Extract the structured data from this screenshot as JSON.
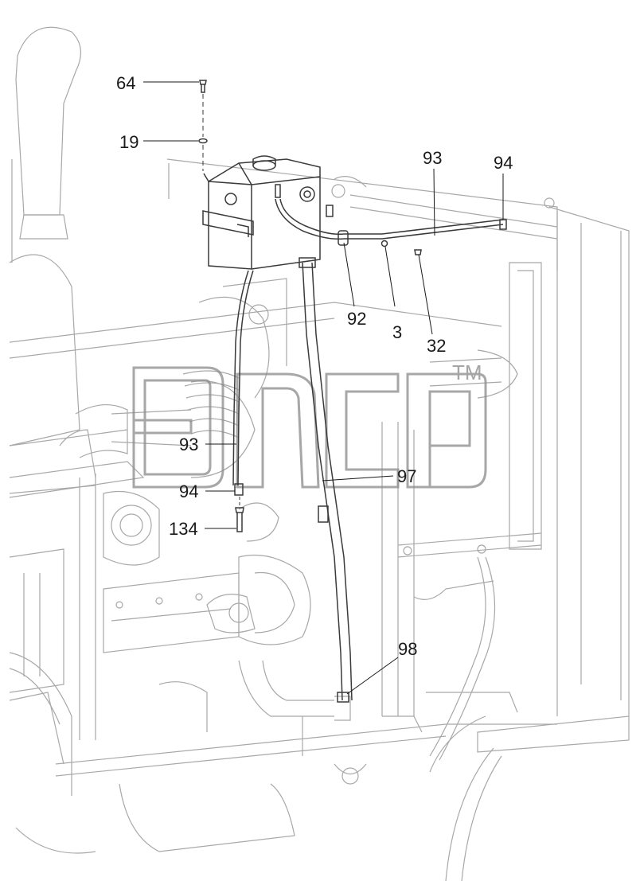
{
  "diagram": {
    "type": "exploded-parts-drawing",
    "callouts": {
      "c64": "64",
      "c19": "19",
      "c93_top": "93",
      "c94_top": "94",
      "c92": "92",
      "c3": "3",
      "c32": "32",
      "c93_mid": "93",
      "c94_mid": "94",
      "c97": "97",
      "c134": "134",
      "c98": "98"
    },
    "watermark": {
      "trademark": "TM"
    }
  },
  "colors": {
    "line": "#3a3a3a",
    "light_line": "#9a9a9a",
    "watermark": "#8a8a8a",
    "text": "#1a1a1a"
  }
}
